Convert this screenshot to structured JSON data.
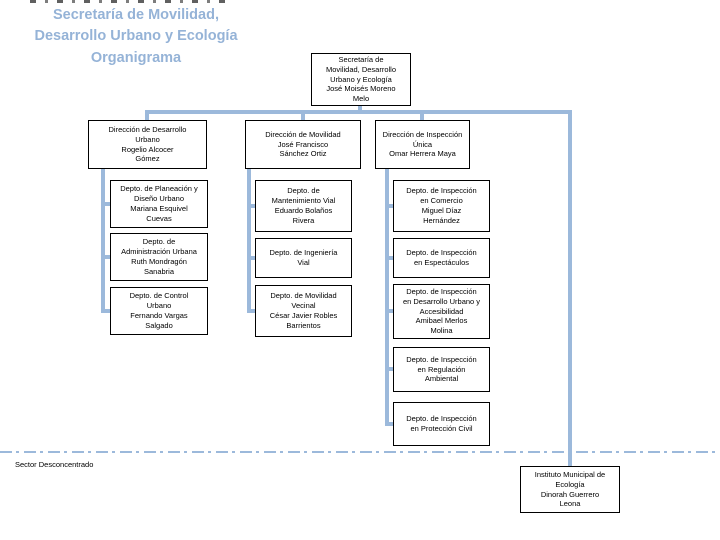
{
  "title": "Secretaría de Movilidad,\nDesarrollo Urbano y Ecología\nOrganigrama",
  "colors": {
    "title_blue": "#95b3d7",
    "connector_blue": "#9cb9db",
    "box_border": "#000000",
    "box_fill": "#ffffff"
  },
  "org_chart": {
    "root": {
      "label": "Secretaría de\nMovilidad, Desarrollo\nUrbano y Ecología\nJosé Moisés Moreno\nMelo"
    },
    "directions": [
      {
        "label": "Dirección de Desarrollo\nUrbano\nRogelio Alcocer\nGómez",
        "departments": [
          {
            "label": "Depto. de Planeación y\nDiseño Urbano\nMariana Esquivel\nCuevas"
          },
          {
            "label": "Depto. de\nAdministración Urbana\nRuth Mondragón\nSanabria"
          },
          {
            "label": "Depto. de Control\nUrbano\nFernando Vargas\nSalgado"
          }
        ]
      },
      {
        "label": "Dirección de Movilidad\nJosé Francisco\nSánchez Ortiz",
        "departments": [
          {
            "label": "Depto. de\nMantenimiento Vial\nEduardo Bolaños\nRivera"
          },
          {
            "label": "Depto. de Ingeniería\nVial"
          },
          {
            "label": "Depto. de Movilidad\nVecinal\nCésar Javier Robles\nBarrientos"
          }
        ]
      },
      {
        "label": "Dirección de Inspección\nÚnica\nOmar Herrera Maya",
        "departments": [
          {
            "label": "Depto. de Inspección\nen Comercio\nMiguel Díaz\nHernández"
          },
          {
            "label": "Depto. de Inspección\nen Espectáculos"
          },
          {
            "label": "Depto. de Inspección\nen Desarrollo Urbano y\nAccesibilidad\nAmibael Merlos\nMolina"
          },
          {
            "label": "Depto. de Inspección\nen Regulación\nAmbiental"
          },
          {
            "label": "Depto. de Inspección\nen Protección Civil"
          }
        ]
      }
    ],
    "sector_label": "Sector Desconcentrado",
    "decentralized": {
      "label": "Instituto Municipal de\nEcología\nDinorah Guerrero\nLeona"
    }
  }
}
